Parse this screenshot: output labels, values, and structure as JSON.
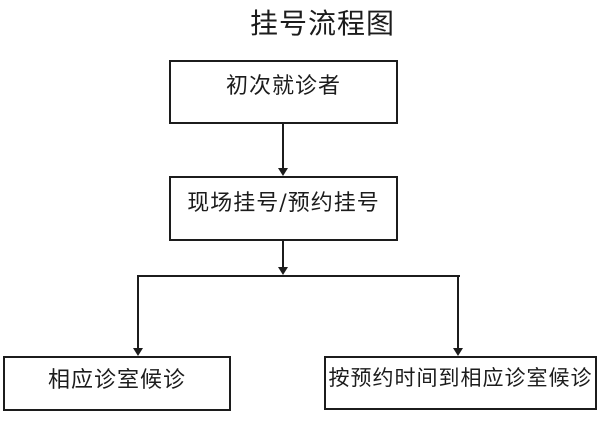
{
  "diagram": {
    "title": "挂号流程图",
    "nodes": [
      {
        "id": "first-visit",
        "label": "初次就诊者"
      },
      {
        "id": "register",
        "label": "现场挂号/预约挂号"
      },
      {
        "id": "onsite-waiting",
        "label": "相应诊室候诊"
      },
      {
        "id": "appointment-waiting",
        "label": "按预约时间到相应诊室候诊"
      }
    ],
    "edges": [
      {
        "from": "first-visit",
        "to": "register"
      },
      {
        "from": "register",
        "to": "onsite-waiting"
      },
      {
        "from": "register",
        "to": "appointment-waiting"
      }
    ],
    "colors": {
      "line": "#1c1c1c",
      "border": "#1c1c1c",
      "text": "#1c1c1c",
      "background": "#ffffff"
    }
  }
}
